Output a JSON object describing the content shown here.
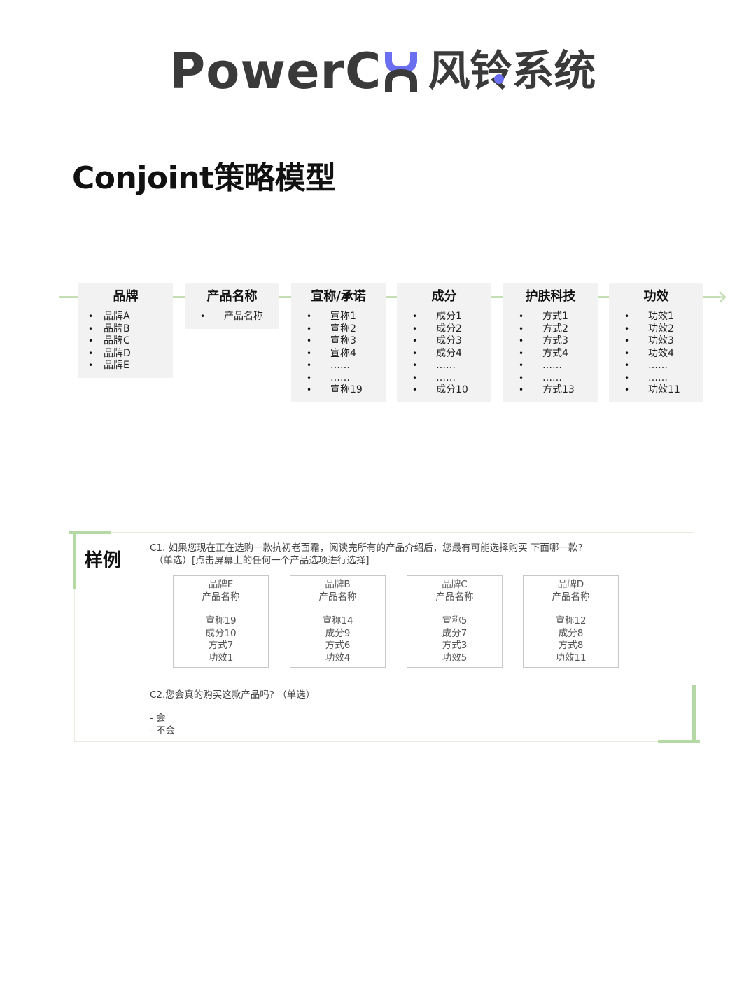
{
  "brand": {
    "latin": "PowerC",
    "x_glyph": "X",
    "chinese": "风铃系统",
    "accent_color": "#6b6ef0",
    "text_color": "#3a3a3a"
  },
  "title": "Conjoint策略模型",
  "attributes": [
    {
      "header": "品牌",
      "items": [
        "品牌A",
        "品牌B",
        "品牌C",
        "品牌D",
        "品牌E"
      ]
    },
    {
      "header": "产品名称",
      "items": [
        "产品名称"
      ]
    },
    {
      "header": "宣称/承诺",
      "items": [
        "宣称1",
        "宣称2",
        "宣称3",
        "宣称4",
        "……",
        "……",
        "宣称19"
      ]
    },
    {
      "header": "成分",
      "items": [
        "成分1",
        "成分2",
        "成分3",
        "成分4",
        "……",
        "……",
        "成分10"
      ]
    },
    {
      "header": "护肤科技",
      "items": [
        "方式1",
        "方式2",
        "方式3",
        "方式4",
        "……",
        "……",
        "方式13"
      ]
    },
    {
      "header": "功效",
      "items": [
        "功效1",
        "功效2",
        "功效3",
        "功效4",
        "……",
        "……",
        "功效11"
      ]
    }
  ],
  "flow_color": "#c5dfb5",
  "sample": {
    "label": "样例",
    "q1_line1": "C1. 如果您现在正在选购一款抗初老面霜，阅读完所有的产品介绍后，您最有可能选择购买 下面哪一款?",
    "q1_line2": "（单选）[点击屏幕上的任何一个产品选项进行选择]",
    "cards": [
      {
        "brand": "品牌E",
        "name": "产品名称",
        "claim": "宣称19",
        "ingredient": "成分10",
        "method": "方式7",
        "effect": "功效1"
      },
      {
        "brand": "品牌B",
        "name": "产品名称",
        "claim": "宣称14",
        "ingredient": "成分9",
        "method": "方式6",
        "effect": "功效4"
      },
      {
        "brand": "品牌C",
        "name": "产品名称",
        "claim": "宣称5",
        "ingredient": "成分7",
        "method": "方式3",
        "effect": "功效5"
      },
      {
        "brand": "品牌D",
        "name": "产品名称",
        "claim": "宣称12",
        "ingredient": "成分8",
        "method": "方式8",
        "effect": "功效11"
      }
    ],
    "q2": "C2.您会真的购买这款产品吗?   （单选）",
    "options": [
      "- 会",
      "- 不会"
    ],
    "corner_color": "#b5d9a4"
  }
}
